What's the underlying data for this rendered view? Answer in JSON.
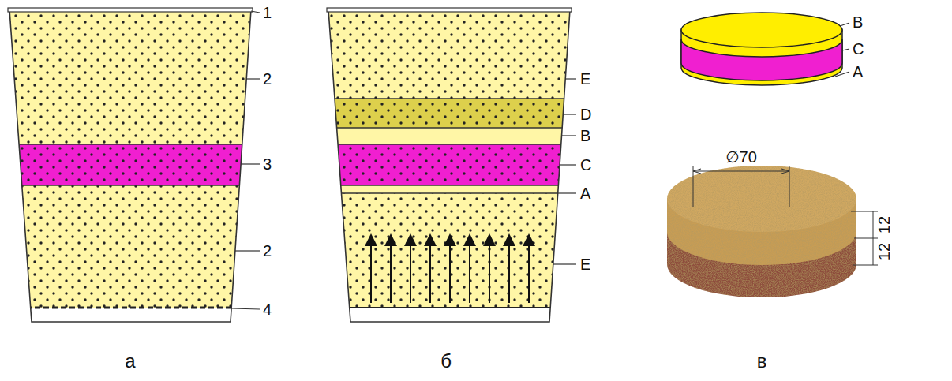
{
  "diagram": {
    "labels": [
      "1",
      "2",
      "3",
      "2",
      "4",
      "E",
      "D",
      "B",
      "C",
      "A",
      "E",
      "B",
      "C",
      "A",
      "∅70",
      "12",
      "12",
      "а",
      "б",
      "в"
    ]
  }
}
